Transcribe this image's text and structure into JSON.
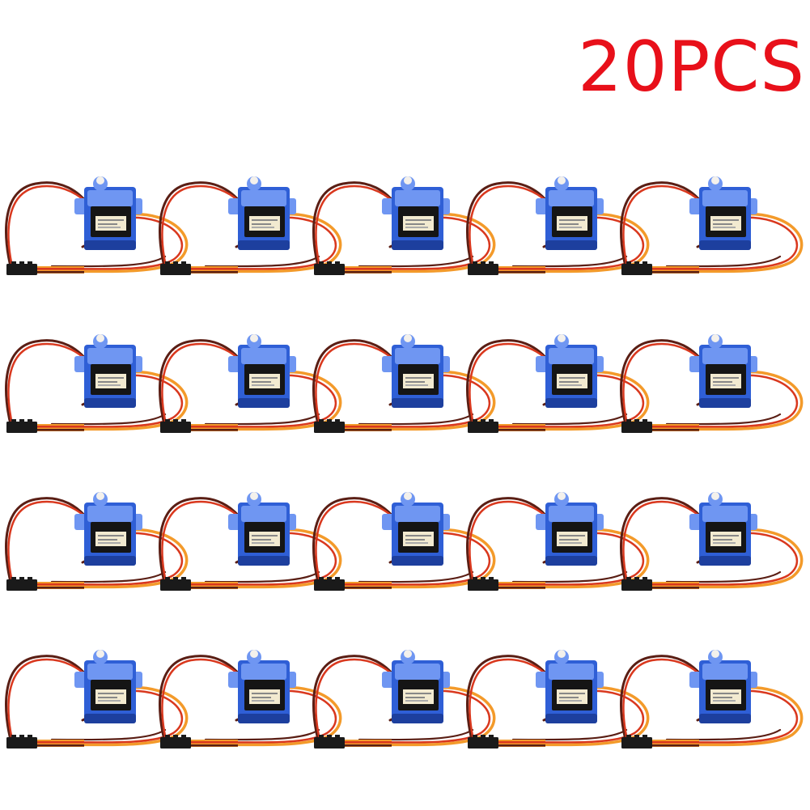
{
  "quantity_label": "20PCS",
  "colors": {
    "label": "#e8101a",
    "servo_body": "#2f5fd6",
    "servo_body_light": "#6f96f2",
    "servo_body_dark": "#1d3f9e",
    "servo_label_panel": "#151515",
    "servo_label_sticker": "#f2ead0",
    "wire_brown": "#5a1e14",
    "wire_red": "#d9381e",
    "wire_orange": "#f39a2a",
    "connector": "#1a1a1a"
  },
  "grid": {
    "columns": 5,
    "rows": 4
  },
  "servo_icon": "micro-servo-icon"
}
